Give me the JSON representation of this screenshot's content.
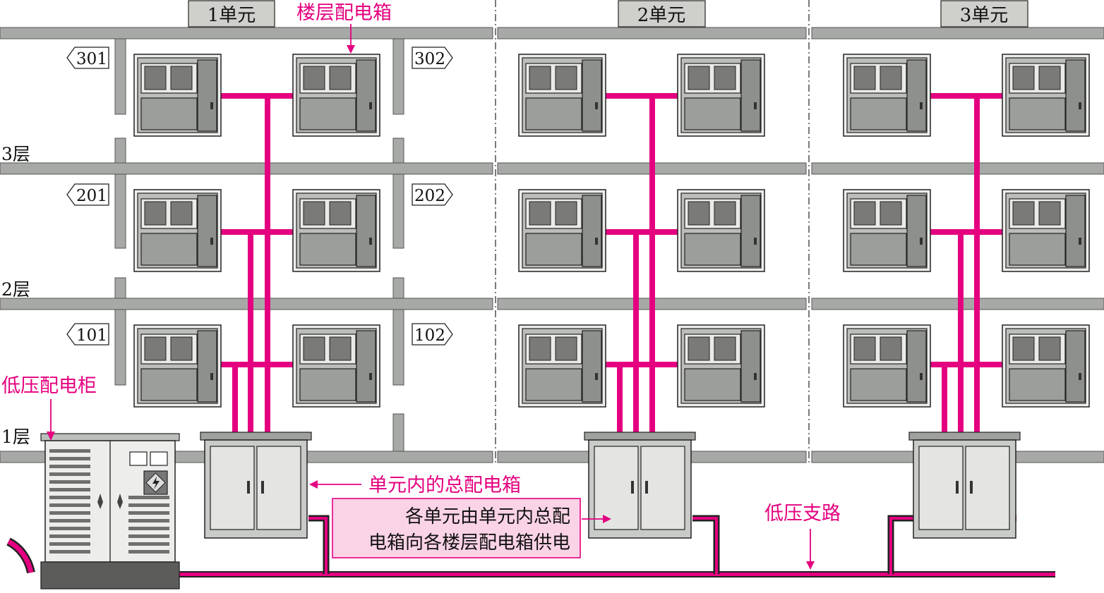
{
  "units": {
    "u1": "1单元",
    "u2": "2单元",
    "u3": "3单元"
  },
  "floors": {
    "f3": "3层",
    "f2": "2层",
    "f1": "1层"
  },
  "rooms": {
    "r301": "301",
    "r302": "302",
    "r201": "201",
    "r202": "202",
    "r101": "101",
    "r102": "102"
  },
  "labels": {
    "floor_box": "楼层配电箱",
    "lv_cabinet": "低压配电柜",
    "unit_main_box": "单元内的总配电箱",
    "lv_branch": "低压支路",
    "note_line1": "各单元由单元内总配",
    "note_line2": "电箱向各楼层配电箱供电"
  },
  "colors": {
    "accent": "#e4007f",
    "wall": "#a7a9a6",
    "note_bg": "#fbd3e6"
  }
}
